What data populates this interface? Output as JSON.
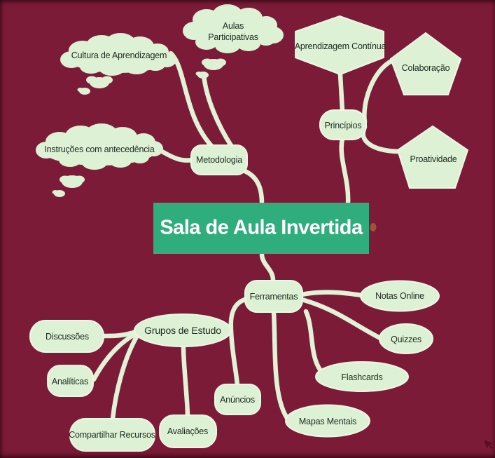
{
  "meta": {
    "app": "mind-map-canvas",
    "colors": {
      "background": "#7c1b37",
      "node_fill": "#ddf2d4",
      "node_border": "#eef7e5",
      "connector": "#e0f2d7",
      "central_node_fill": "#2fad7c",
      "central_text": "#ffffff",
      "node_text": "#1f2a20"
    }
  },
  "mindmap": {
    "central": {
      "title": "Sala de Aula Invertida"
    },
    "branches": {
      "metodologia": "Metodologia",
      "principios": "Princípios",
      "ferramentas": "Ferramentas",
      "grupos": "Grupos de Estudo"
    },
    "nodes": {
      "cultura": "Cultura de Aprendizagem",
      "aulas": "Aulas Participativas",
      "instrucoes": "Instruções com antecedência",
      "aprendizagem": "Aprendizagem Contínua",
      "colaboracao": "Colaboração",
      "proatividade": "Proatividade",
      "notas": "Notas Online",
      "quizzes": "Quizzes",
      "flashcards": "Flashcards",
      "mapas": "Mapas Mentais",
      "discussoes": "Discussões",
      "analiticas": "Analíticas",
      "compartilhar": "Compartilhar Recursos",
      "avaliacoes": "Avaliações",
      "anuncios": "Anúncios"
    }
  }
}
